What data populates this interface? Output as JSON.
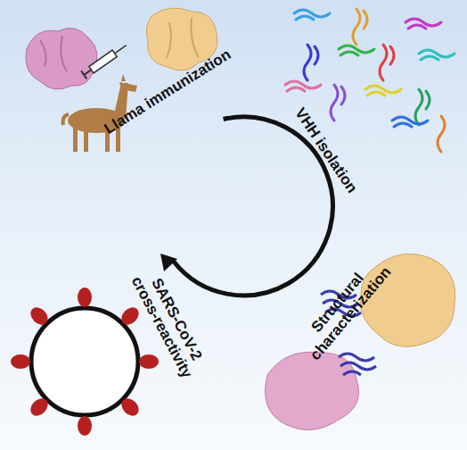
{
  "diagram": {
    "labels": [
      "Llama immunization",
      "VHH isolation",
      "Structural characterization",
      "SARS-CoV-2 cross-reactivity"
    ]
  }
}
